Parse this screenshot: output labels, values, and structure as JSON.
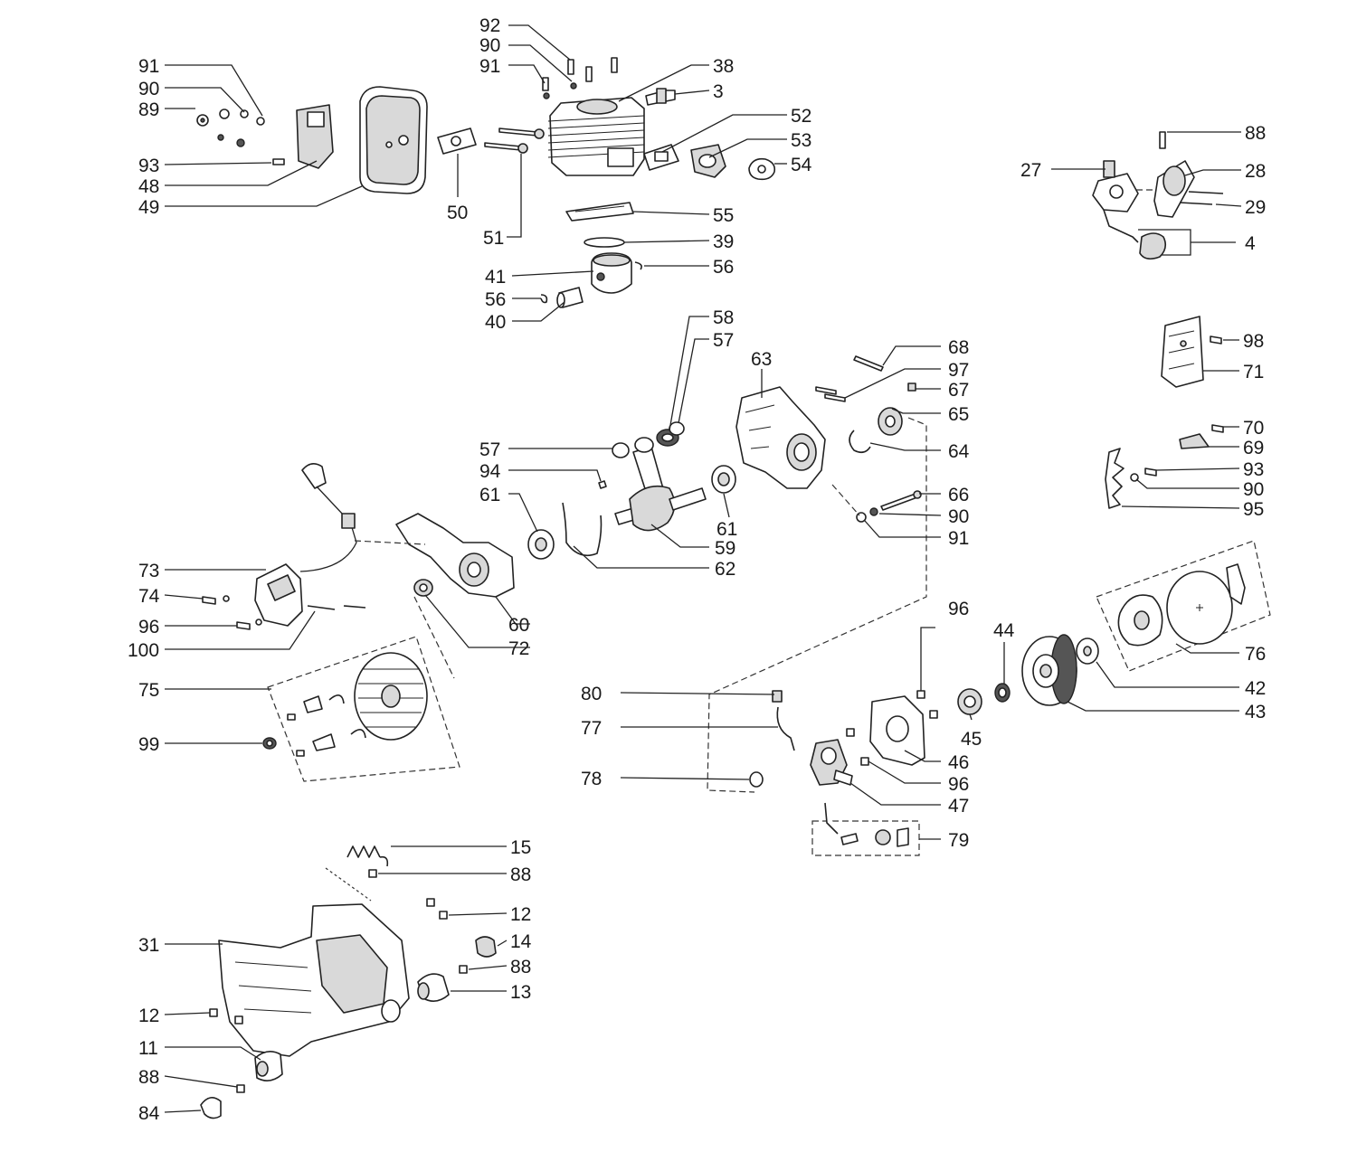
{
  "labels": {
    "l92": "92",
    "l90a": "90",
    "l91a": "91",
    "l38": "38",
    "l3": "3",
    "l91b": "91",
    "l90b": "90",
    "l89": "89",
    "l93a": "93",
    "l48": "48",
    "l49": "49",
    "l50": "50",
    "l51": "51",
    "l52": "52",
    "l53": "53",
    "l54": "54",
    "l55": "55",
    "l39": "39",
    "l41": "41",
    "l56a": "56",
    "l56b": "56",
    "l40": "40",
    "l88a": "88",
    "l27": "27",
    "l28": "28",
    "l29": "29",
    "l4": "4",
    "l58": "58",
    "l57a": "57",
    "l63": "63",
    "l68": "68",
    "l97": "97",
    "l67": "67",
    "l65": "65",
    "l64": "64",
    "l98": "98",
    "l71": "71",
    "l70": "70",
    "l69": "69",
    "l93b": "93",
    "l90c": "90",
    "l95": "95",
    "l57b": "57",
    "l94": "94",
    "l61a": "61",
    "l61b": "61",
    "l59": "59",
    "l62": "62",
    "l66": "66",
    "l90d": "90",
    "l91c": "91",
    "l73": "73",
    "l74": "74",
    "l96a": "96",
    "l100": "100",
    "l60": "60",
    "l72": "72",
    "l75": "75",
    "l99": "99",
    "l96b": "96",
    "l44": "44",
    "l76": "76",
    "l80": "80",
    "l77": "77",
    "l78": "78",
    "l45": "45",
    "l46": "46",
    "l96c": "96",
    "l47": "47",
    "l42": "42",
    "l43": "43",
    "l79": "79",
    "l15": "15",
    "l88b": "88",
    "l12a": "12",
    "l14": "14",
    "l88c": "88",
    "l13": "13",
    "l31": "31",
    "l12b": "12",
    "l11": "11",
    "l88d": "88",
    "l84": "84"
  },
  "colors": {
    "line": "#222222",
    "fill_light": "#d9d9d9",
    "fill_dark": "#555555",
    "background": "#ffffff"
  }
}
